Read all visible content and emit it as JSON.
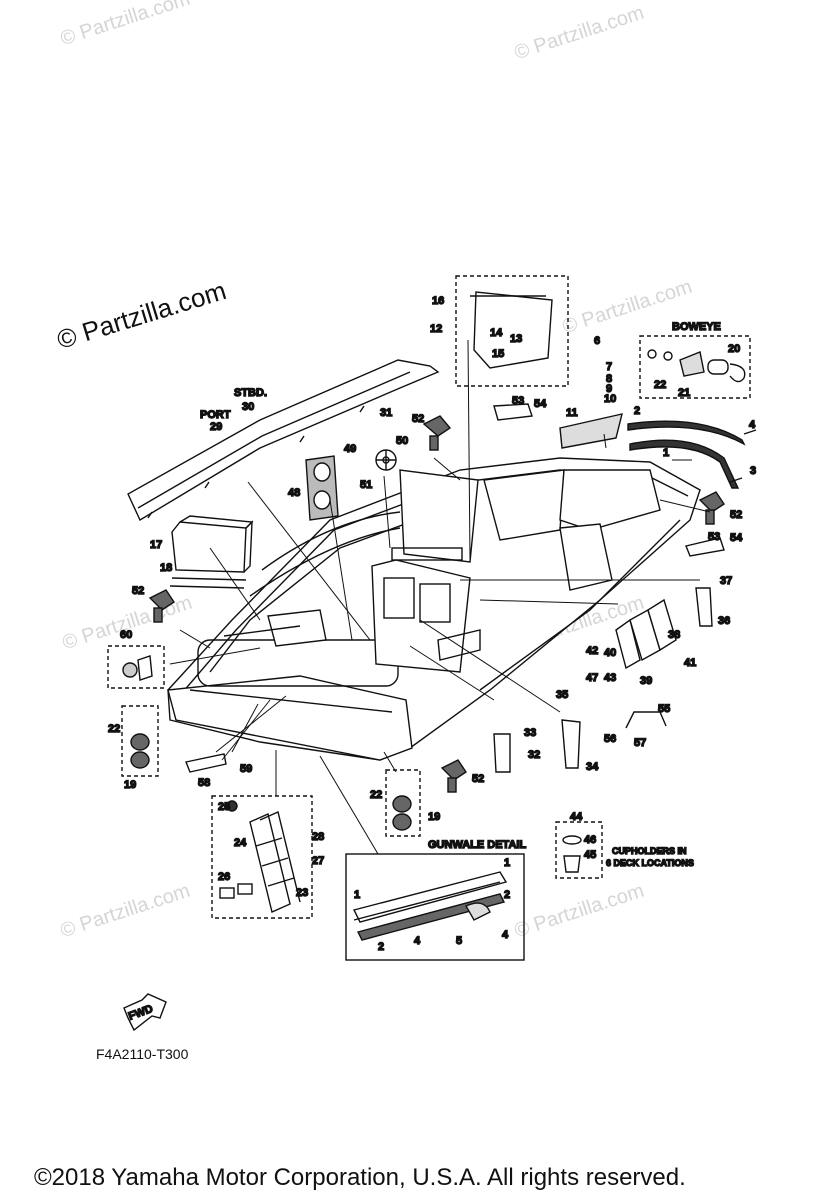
{
  "watermarks": {
    "main": "© Partzilla.com",
    "repeat": "© Partzilla.com"
  },
  "labels": {
    "stbd": "STBD.",
    "port": "PORT",
    "boweye": "BOWEYE",
    "gunwale_detail": "GUNWALE DETAIL",
    "cupholders_line1": "CUPHOLDERS IN",
    "cupholders_line2": "6 DECK LOCATIONS",
    "fwd": "FWD"
  },
  "callouts": [
    "1",
    "2",
    "3",
    "4",
    "5",
    "6",
    "7",
    "8",
    "9",
    "10",
    "11",
    "12",
    "13",
    "14",
    "15",
    "16",
    "17",
    "18",
    "19",
    "20",
    "21",
    "22",
    "23",
    "24",
    "25",
    "26",
    "27",
    "28",
    "29",
    "30",
    "31",
    "32",
    "33",
    "34",
    "35",
    "36",
    "37",
    "38",
    "39",
    "40",
    "41",
    "42",
    "43",
    "44",
    "45",
    "46",
    "47",
    "48",
    "49",
    "50",
    "51",
    "52",
    "53",
    "54",
    "55",
    "56",
    "57",
    "58",
    "59",
    "60"
  ],
  "diagram_code": "F4A2110-T300",
  "copyright": "©2018  Yamaha Motor Corporation, U.S.A. All rights reserved.",
  "colors": {
    "ink": "#111111",
    "watermark": "#d5d5d5",
    "background": "#ffffff"
  }
}
